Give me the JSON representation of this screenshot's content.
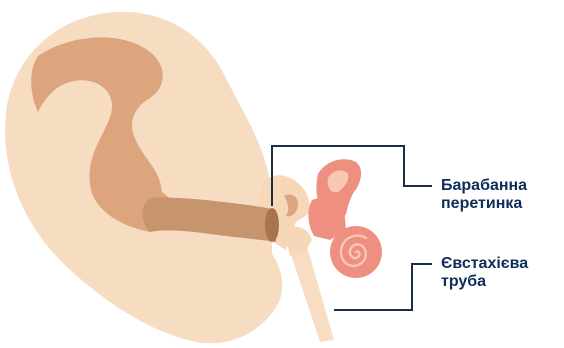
{
  "labels": {
    "eardrum": {
      "line1": "Барабанна",
      "line2": "перетинка"
    },
    "eustachian_tube": {
      "line1": "Євстахієва",
      "line2": "труба"
    }
  },
  "colors": {
    "outer_ear": "#f6dcc1",
    "ear_inner_fold": "#dda57d",
    "ear_canal": "#c7956d",
    "eardrum": "#a8744c",
    "middle_ear": "#f6d7b8",
    "eustachian_tube": "#f9dcc4",
    "cochlea": "#ee8f80",
    "cochlea_spiral": "#f8c8b5",
    "callout_line": "#1c2d4a",
    "label_text": "#0d2d5a"
  }
}
